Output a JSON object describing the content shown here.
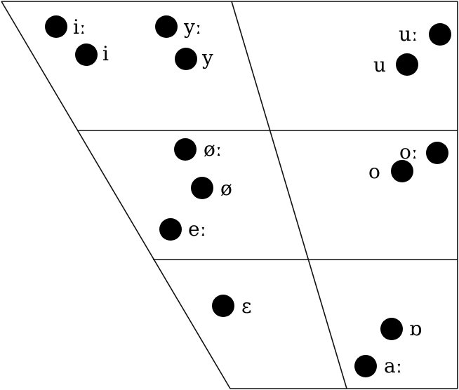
{
  "chart_data": {
    "type": "scatter",
    "vowels": [
      {
        "symbol": "iː"
      },
      {
        "symbol": "i"
      },
      {
        "symbol": "yː"
      },
      {
        "symbol": "y"
      },
      {
        "symbol": "uː"
      },
      {
        "symbol": "u"
      },
      {
        "symbol": "øː"
      },
      {
        "symbol": "ø"
      },
      {
        "symbol": "eː"
      },
      {
        "symbol": "oː"
      },
      {
        "symbol": "o"
      },
      {
        "symbol": "ɛ"
      },
      {
        "symbol": "ɒ"
      },
      {
        "symbol": "aː"
      }
    ]
  }
}
